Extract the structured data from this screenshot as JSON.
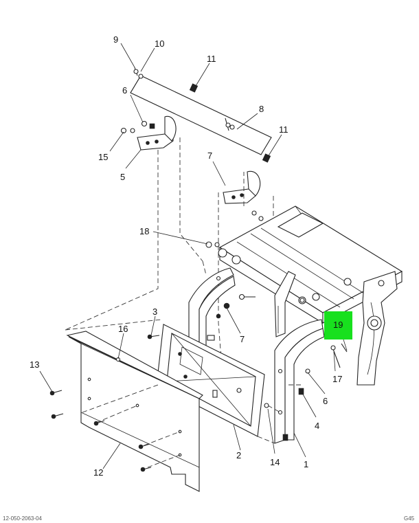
{
  "callouts": [
    "1",
    "2",
    "3",
    "4",
    "5",
    "6",
    "7",
    "8",
    "9",
    "10",
    "11",
    "12",
    "13",
    "14",
    "15",
    "16",
    "17",
    "18",
    "19"
  ],
  "labels": {
    "c9": "9",
    "c10": "10",
    "c11a": "11",
    "c11b": "11",
    "c8": "8",
    "c6a": "6",
    "c15": "15",
    "c5": "5",
    "c7a": "7",
    "c18": "18",
    "c3": "3",
    "c7b": "7",
    "c16": "16",
    "c13": "13",
    "c19": "19",
    "c17": "17",
    "c6b": "6",
    "c4": "4",
    "c2": "2",
    "c14": "14",
    "c1": "1",
    "c12": "12"
  },
  "highlight": {
    "label": "19",
    "color": "#18e01e"
  },
  "footer": {
    "left": "12-050-2063-04",
    "right": "G45"
  }
}
